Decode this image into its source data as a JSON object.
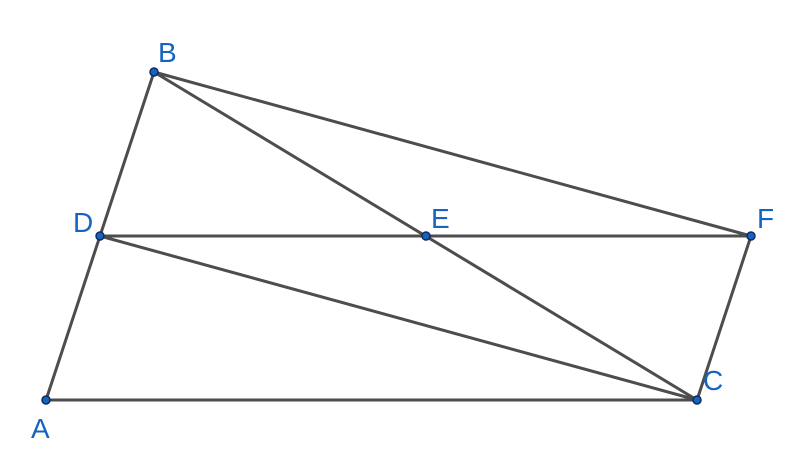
{
  "colors": {
    "segment": "#4d4d4d",
    "point": "#1565c0",
    "label": "#1565c0"
  },
  "points": {
    "A": {
      "label": "A"
    },
    "B": {
      "label": "B"
    },
    "C": {
      "label": "C"
    },
    "D": {
      "label": "D"
    },
    "E": {
      "label": "E"
    },
    "F": {
      "label": "F"
    }
  },
  "segments": [
    [
      "A",
      "B"
    ],
    [
      "A",
      "C"
    ],
    [
      "B",
      "C"
    ],
    [
      "B",
      "F"
    ],
    [
      "D",
      "F"
    ],
    [
      "D",
      "C"
    ],
    [
      "F",
      "C"
    ]
  ]
}
